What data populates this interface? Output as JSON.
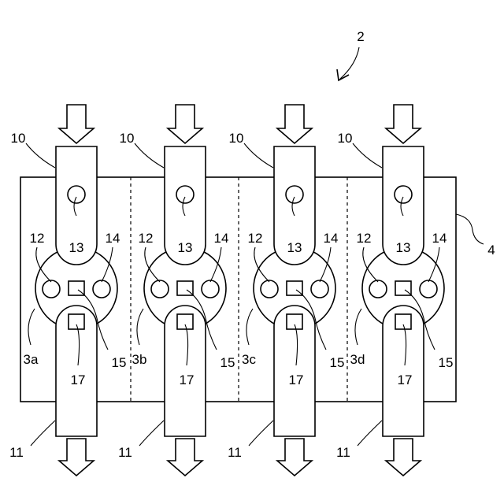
{
  "figure": {
    "device_label": "2",
    "plate_label": "4",
    "units": [
      {
        "id": "3a",
        "inlet": "10",
        "outlet": "11",
        "port_top": "13",
        "port_left": "12",
        "port_right": "14",
        "square_center": "15",
        "square_bottom": "17"
      },
      {
        "id": "3b",
        "inlet": "10",
        "outlet": "11",
        "port_top": "13",
        "port_left": "12",
        "port_right": "14",
        "square_center": "15",
        "square_bottom": "17"
      },
      {
        "id": "3c",
        "inlet": "10",
        "outlet": "11",
        "port_top": "13",
        "port_left": "12",
        "port_right": "14",
        "square_center": "15",
        "square_bottom": "17"
      },
      {
        "id": "3d",
        "inlet": "10",
        "outlet": "11",
        "port_top": "13",
        "port_left": "12",
        "port_right": "14",
        "square_center": "15",
        "square_bottom": "17"
      }
    ]
  }
}
